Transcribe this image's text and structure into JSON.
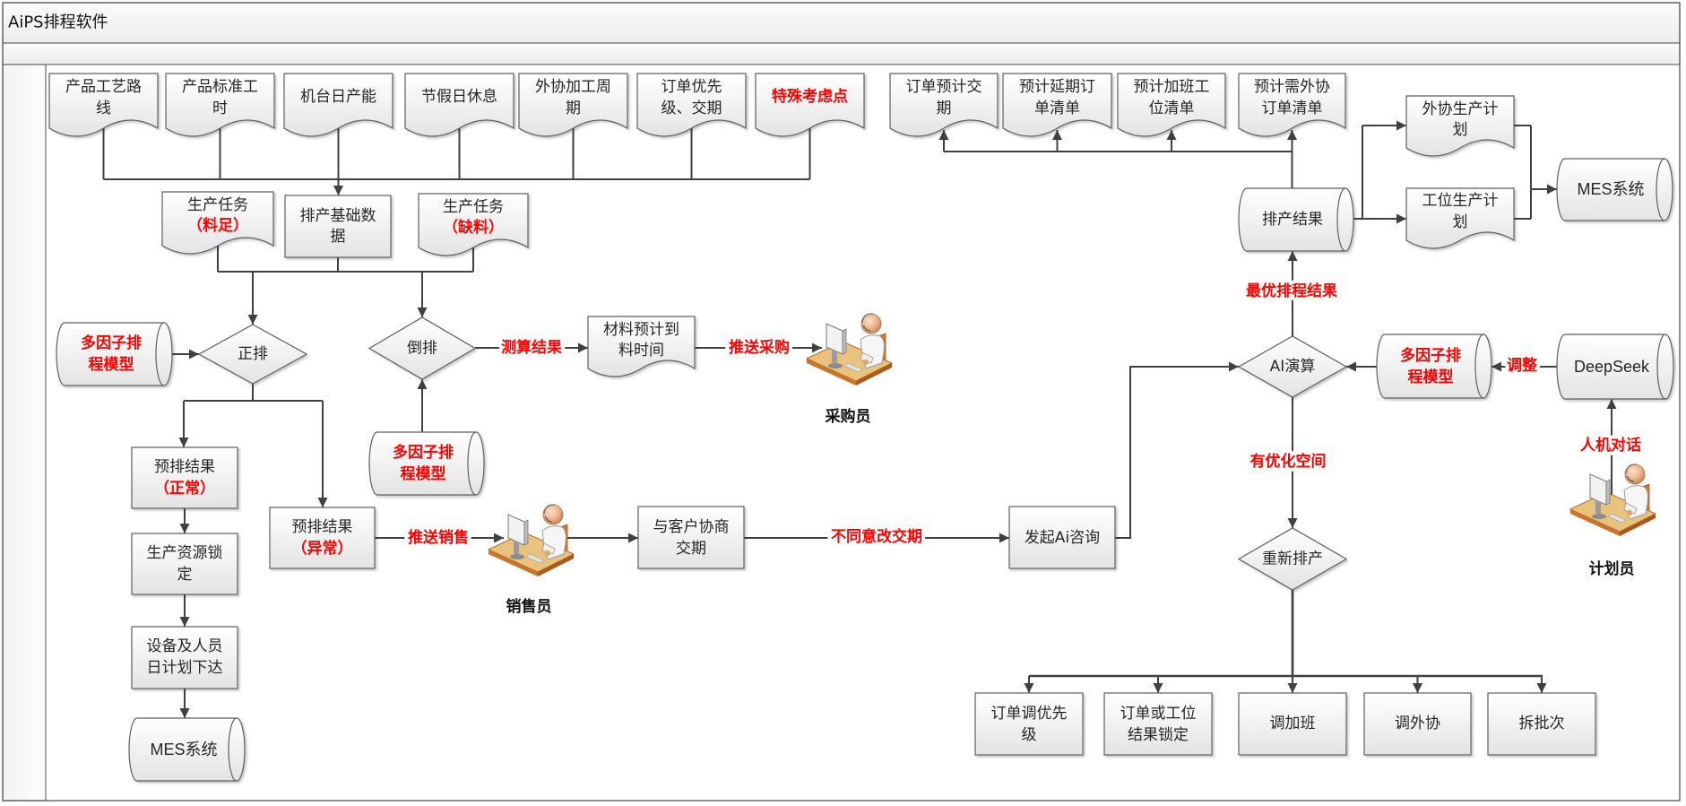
{
  "pool": {
    "title": "AiPS排程软件"
  },
  "inputs": [
    {
      "lines": [
        "产品工艺路",
        "线"
      ]
    },
    {
      "lines": [
        "产品标准工",
        "时"
      ]
    },
    {
      "lines": [
        "机台日产能"
      ]
    },
    {
      "lines": [
        "节假日休息"
      ]
    },
    {
      "lines": [
        "外协加工周",
        "期"
      ]
    },
    {
      "lines": [
        "订单优先",
        "级、交期"
      ]
    },
    {
      "lines": [
        "特殊考虑点"
      ],
      "emphasis": true
    }
  ],
  "production_tasks": {
    "sufficient_material": {
      "lines": [
        "生产任务",
        "（料足）"
      ]
    },
    "base_data": {
      "lines": [
        "排产基础数",
        "据"
      ]
    },
    "material_shortage": {
      "lines": [
        "生产任务",
        "（缺料）"
      ]
    }
  },
  "models": {
    "forward_model": {
      "lines": [
        "多因子排",
        "程模型"
      ]
    },
    "backward_model": {
      "lines": [
        "多因子排",
        "程模型"
      ]
    },
    "ai_model": {
      "lines": [
        "多因子排",
        "程模型"
      ]
    }
  },
  "decisions": {
    "forward": "正排",
    "backward": "倒排",
    "ai_calc": "AI演算",
    "reschedule": "重新排产"
  },
  "process": {
    "pre_result_normal": {
      "lines": [
        "预排结果",
        "（正常）"
      ]
    },
    "resource_lock": {
      "lines": [
        "生产资源锁",
        "定"
      ]
    },
    "daily_plan": {
      "lines": [
        "设备及人员",
        "日计划下达"
      ]
    },
    "pre_result_abnormal": {
      "lines": [
        "预排结果",
        "（异常）"
      ]
    },
    "material_arrival": {
      "lines": [
        "材料预计到",
        "料时间"
      ]
    },
    "negotiate": {
      "lines": [
        "与客户协商",
        "交期"
      ]
    },
    "ai_consult": {
      "lines": [
        "发起Ai咨询"
      ]
    }
  },
  "systems": {
    "mes_left": "MES系统",
    "mes_right": "MES系统",
    "deepseek": "DeepSeek",
    "schedule_result": "排产结果"
  },
  "outputs": [
    {
      "lines": [
        "订单预计交",
        "期"
      ]
    },
    {
      "lines": [
        "预计延期订",
        "单清单"
      ]
    },
    {
      "lines": [
        "预计加班工",
        "位清单"
      ]
    },
    {
      "lines": [
        "预计需外协",
        "订单清单"
      ]
    }
  ],
  "plans": [
    {
      "lines": [
        "外协生产计",
        "划"
      ]
    },
    {
      "lines": [
        "工位生产计",
        "划"
      ]
    }
  ],
  "adjustments": [
    {
      "lines": [
        "订单调优先",
        "级"
      ]
    },
    {
      "lines": [
        "订单或工位",
        "结果锁定"
      ]
    },
    {
      "lines": [
        "调加班"
      ]
    },
    {
      "lines": [
        "调外协"
      ]
    },
    {
      "lines": [
        "拆批次"
      ]
    }
  ],
  "edge_labels": {
    "calc_result": "测算结果",
    "push_purchase": "推送采购",
    "push_sales": "推送销售",
    "reject_change": "不同意改交期",
    "best_result": "最优排程结果",
    "adjust": "调整",
    "dialog": "人机对话",
    "optimizable": "有优化空间"
  },
  "actors": {
    "purchaser": "采购员",
    "sales": "销售员",
    "planner": "计划员"
  },
  "colors": {
    "emphasis": "#ff0000",
    "line": "#404040",
    "shape_stroke": "#5f5f5f",
    "shape_fill_top": "#ffffff",
    "shape_fill_bottom": "#e3e3e3"
  }
}
